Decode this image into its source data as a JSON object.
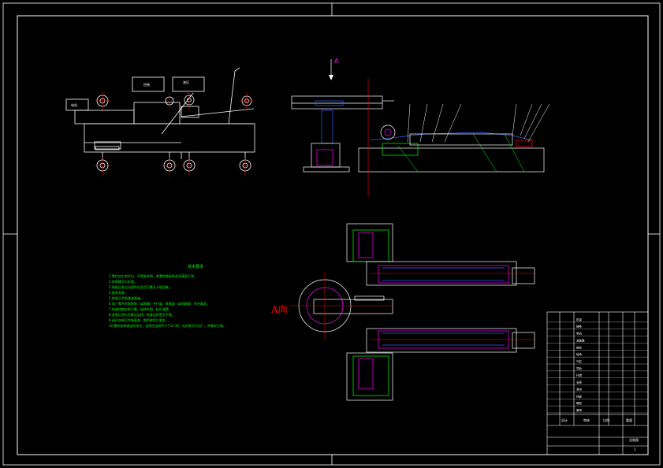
{
  "view_labels": {
    "view_a": "A向",
    "arrow_a": "A"
  },
  "side_view_boxes": {
    "left_box": "电机",
    "top_box_1": "控制",
    "top_box_2": "液压"
  },
  "technical_notes": {
    "title": "技术要求",
    "lines": [
      "1.零件加工完毕后，不得有毛刺。各零件装配前必须清洗干净。",
      "2.各焊缝均匀牢固。",
      "3.装配后各运动部件应灵活可靠无卡阻现象。",
      "4.链条张紧。",
      "5.各部分涂防锈漆两遍。",
      "6.同一零件的两侧面（或两端）平行度、垂直度（或同轴度）符合要求。",
      "7.电器线路安装可靠，接线牢固，标识清楚。",
      "8.安装后进行空载试运转，检查运转是否平稳。",
      "9.调试合格后涂装面漆，颜色按用户要求。",
      "10.整机安装调试完毕后，连续空运转不少于2小时，无异常方可出厂，并做好记录。"
    ]
  },
  "title_block": {
    "header_designed": "设计",
    "header_checked": "审核",
    "header_scale": "比例",
    "header_weight": "重量",
    "drawing_name": "总装图",
    "sheet": "1",
    "row_labels": [
      "机架",
      "链条",
      "电机",
      "减速器",
      "链轮",
      "轴承",
      "气缸",
      "导轨",
      "托辊",
      "支座",
      "滑块",
      "挡板",
      "螺栓",
      "螺母"
    ]
  },
  "colors": {
    "background": "#000000",
    "outline": "#ffffff",
    "accent_red": "#ff0000",
    "accent_magenta": "#ff00ff",
    "accent_green": "#00ff00",
    "accent_yellow": "#ffff00",
    "accent_cyan": "#00ffff",
    "accent_blue": "#3060ff"
  }
}
